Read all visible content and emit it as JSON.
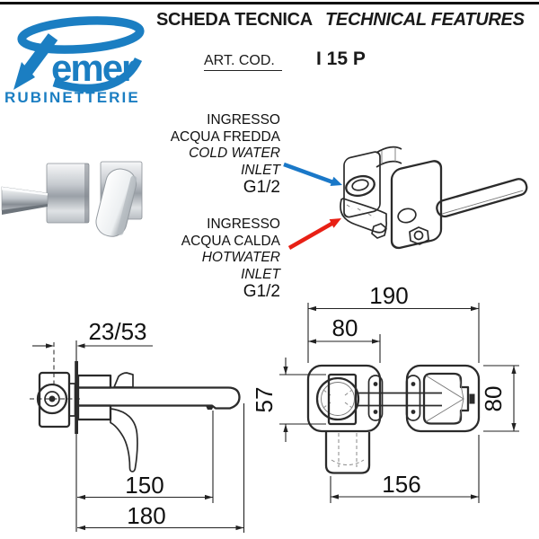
{
  "brand": {
    "name_stylized": "emer",
    "subtitle": "RUBINETTERIE",
    "blue": "#1b7ec2"
  },
  "header": {
    "title_it": "SCHEDA TECNICA",
    "title_en": "TECHNICAL FEATURES",
    "art_label": "ART. COD.",
    "art_value": "I 15 P"
  },
  "inlets": {
    "cold": {
      "lines": [
        "INGRESSO",
        "ACQUA FREDDA",
        "COLD WATER",
        "INLET",
        "G1/2"
      ],
      "arrow_color": "#1a78c8"
    },
    "hot": {
      "lines": [
        "INGRESSO",
        "ACQUA CALDA",
        "HOTWATER",
        "INLET",
        "G1/2"
      ],
      "arrow_color": "#e82015"
    }
  },
  "dimensions": {
    "side_view": {
      "wall_offset": "23/53",
      "aerator_reach": "150",
      "total_reach": "180"
    },
    "front_view": {
      "overall_width": "190",
      "plate_width": "80",
      "body_height": "57",
      "plate_height": "80",
      "lower_span": "156"
    }
  }
}
